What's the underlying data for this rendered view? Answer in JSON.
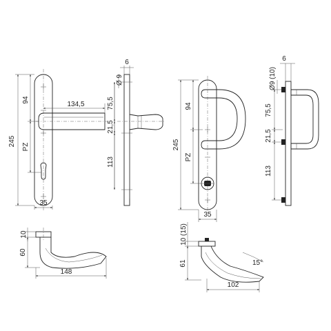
{
  "views": {
    "lever_plate_front": {
      "height_label": "245",
      "upper_label": "94",
      "pz_label": "PZ",
      "arm_label": "134,5",
      "width_label": "35"
    },
    "lever_plate_side": {
      "thickness_label": "6",
      "fix_diameter_label": "Ø 9",
      "upper_label": "75,5",
      "middle_label": "21,5",
      "lower_label": "113"
    },
    "pull_plate_front": {
      "height_label": "245",
      "upper_label": "94",
      "pz_label": "PZ",
      "width_label": "35"
    },
    "pull_plate_side": {
      "thickness_label": "6",
      "fix_diameter_label": "Ø9 (10)",
      "upper_label": "75,5",
      "middle_label": "21,5",
      "lower_label": "113"
    },
    "lever_top": {
      "rose_label": "10",
      "depth_label": "60",
      "length_label": "148"
    },
    "pull_top": {
      "rose_label": "10 (15)",
      "depth_label": "61",
      "length_label": "102",
      "angle_label": "15°"
    }
  }
}
